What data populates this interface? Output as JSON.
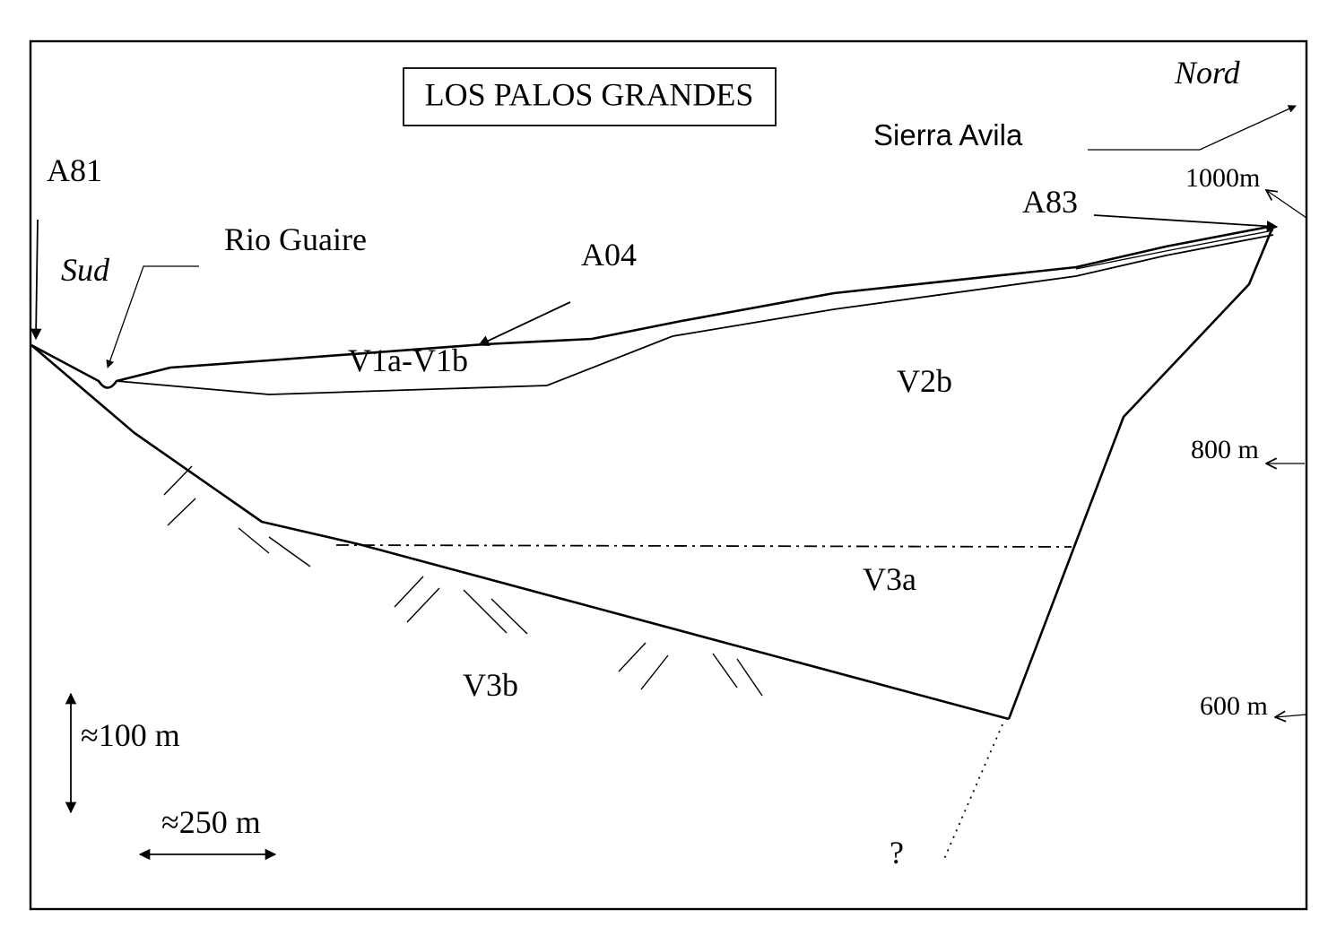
{
  "title": "LOS PALOS GRANDES",
  "orientation": {
    "north": "Nord",
    "south": "Sud"
  },
  "places": {
    "mountain": "Sierra Avila",
    "river": "Rio Guaire"
  },
  "stations": {
    "left": "A81",
    "middle": "A04",
    "right": "A83"
  },
  "layers": {
    "v1": "V1a-V1b",
    "v2b": "V2b",
    "v3a": "V3a",
    "v3b": "V3b",
    "unknown": "?"
  },
  "elevations": {
    "e1000": "1000m",
    "e800": "800 m",
    "e600": "600 m"
  },
  "scale": {
    "vertical": "≈100 m",
    "horizontal": "≈250 m"
  }
}
